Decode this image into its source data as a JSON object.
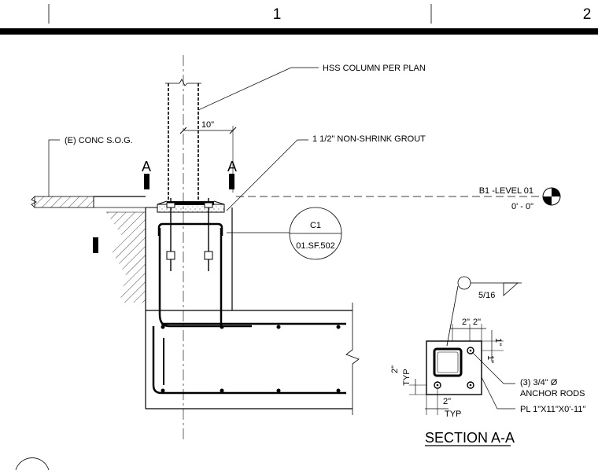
{
  "grid": {
    "num_1": "1",
    "num_2": "2"
  },
  "labels": {
    "hss_column": "HSS COLUMN PER PLAN",
    "conc_sog": "(E) CONC S.O.G.",
    "grout": "1 1/2\" NON-SHRINK GROUT",
    "dim_10": "10\"",
    "section_mark": "A",
    "level_name": "B1 -LEVEL 01",
    "level_elev": "0' - 0\"",
    "callout_top": "C1",
    "callout_bottom": "01.SF.502",
    "weld_size": "5/16",
    "dim_2a": "2\"",
    "dim_2b": "2\"",
    "dim_1": "1\"",
    "dim_1b": "1\"",
    "dim_2_left": "2\"",
    "typ": "TYP",
    "dim_2_bottom": "2\"",
    "anchor_line1": "(3) 3/4\" Ø",
    "anchor_line2": "ANCHOR RODS",
    "plate": "PL 1\"X11\"X0'-11\"",
    "section_title": "SECTION A-A"
  }
}
